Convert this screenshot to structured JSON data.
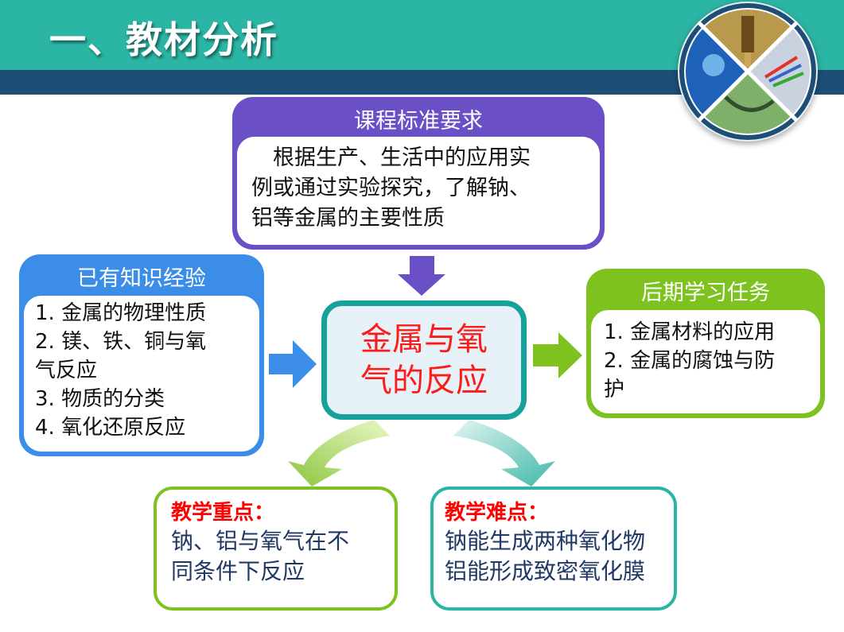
{
  "header": {
    "title": "一、教材分析"
  },
  "standard": {
    "header": "课程标准要求",
    "text": "　根据生产、生活中的应用实\n例或通过实验探究，了解钠、\n铝等金属的主要性质"
  },
  "prior": {
    "header": "已有知识经验",
    "items": [
      "1. 金属的物理性质",
      "2. 镁、铁、铜与氧\n气反应",
      "3. 物质的分类",
      "4. 氧化还原反应"
    ]
  },
  "center": {
    "text": "金属与氧\n气的反应"
  },
  "later": {
    "header": "后期学习任务",
    "items": [
      "1. 金属材料的应用",
      "2. 金属的腐蚀与防\n护"
    ]
  },
  "key": {
    "label": "教学重点：",
    "text": "钠、铝与氧气在不\n同条件下反应"
  },
  "difficult": {
    "label": "教学难点：",
    "text": "钠能生成两种氧化物\n铝能形成致密氧化膜"
  },
  "colors": {
    "teal": "#2bb5a4",
    "navy": "#1d4f76",
    "purple": "#6a4fc6",
    "blue": "#3b8de8",
    "green": "#7dc21e",
    "red": "#ff0000"
  }
}
